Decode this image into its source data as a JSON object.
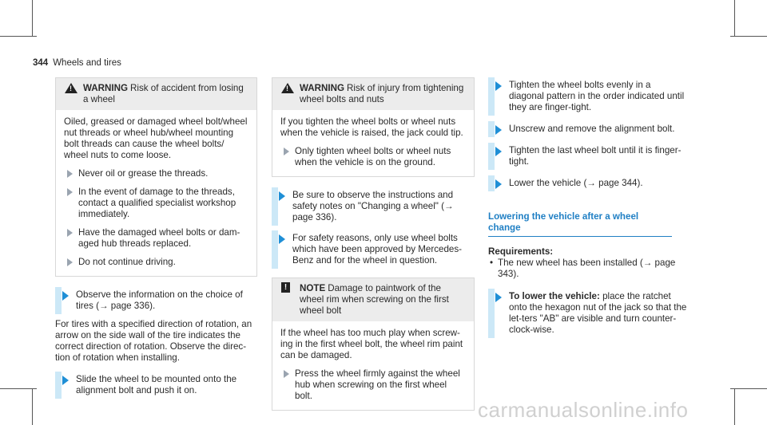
{
  "header": {
    "page_number": "344",
    "section_title": "Wheels and tires"
  },
  "col1": {
    "warning": {
      "label": "WARNING",
      "title": "Risk of accident from losing a wheel",
      "body": "Oiled, greased or damaged wheel bolt/wheel nut threads or wheel hub/wheel mounting bolt threads can cause the wheel bolts/ wheel nuts to come loose.",
      "steps": [
        "Never oil or grease the threads.",
        "In the event of damage to the threads, contact a qualified specialist workshop immediately.",
        "Have the damaged wheel bolts or dam-aged hub threads replaced.",
        "Do not continue driving."
      ]
    },
    "step1": "Observe the information on the choice of tires (→ page 336).",
    "para": "For tires with a specified direction of rotation, an arrow on the side wall of the tire indicates the correct direction of rotation. Observe the direc-tion of rotation when installing.",
    "step2": "Slide the wheel to be mounted onto the alignment bolt and push it on."
  },
  "col2": {
    "warning": {
      "label": "WARNING",
      "title": "Risk of injury from tightening wheel bolts and nuts",
      "body": "If you tighten the wheel bolts or wheel nuts when the vehicle is raised, the jack could tip.",
      "step": "Only tighten wheel bolts or wheel nuts when the vehicle is on the ground."
    },
    "step1": "Be sure to observe the instructions and safety notes on \"Changing a wheel\" (→ page 336).",
    "step2": "For safety reasons, only use wheel bolts which have been approved by Mercedes-Benz and for the wheel in question.",
    "note": {
      "label": "NOTE",
      "title": "Damage to paintwork of the wheel rim when screwing on the first wheel bolt",
      "body": "If the wheel has too much play when screw-ing in the first wheel bolt, the wheel rim paint can be damaged.",
      "step": "Press the wheel firmly against the wheel hub when screwing on the first wheel bolt."
    }
  },
  "col3": {
    "steps": [
      "Tighten the wheel bolts evenly in a diagonal pattern in the order indicated until they are finger-tight.",
      "Unscrew and remove the alignment bolt.",
      "Tighten the last wheel bolt until it is finger-tight.",
      "Lower the vehicle (→ page 344)."
    ],
    "subheading": "Lowering the vehicle after a wheel change",
    "requirements_label": "Requirements:",
    "requirement": "The new wheel has been installed (→ page 343).",
    "final_bold": "To lower the vehicle:",
    "final_text": "place the ratchet onto the hexagon nut of the jack so that the let-ters \"AB\" are visible and turn counter-clock-wise."
  },
  "footer": {
    "watermark": "carmanualsonline.info"
  }
}
